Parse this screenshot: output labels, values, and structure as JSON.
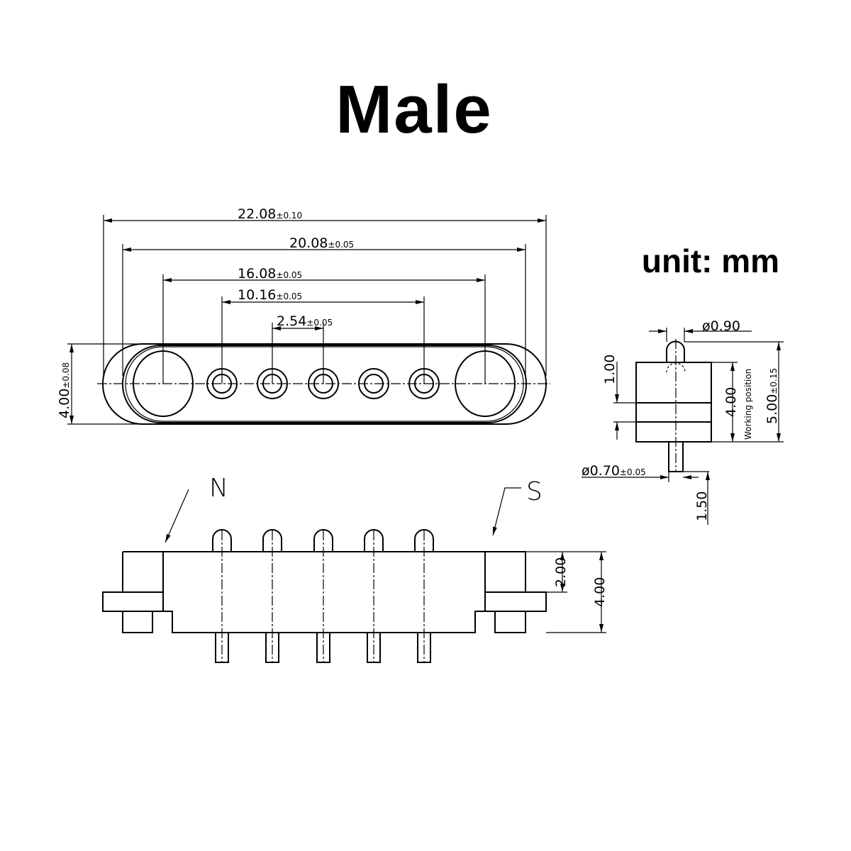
{
  "title": "Male",
  "unit_label": "unit: mm",
  "top_view": {
    "dims": [
      {
        "value": "22.08",
        "tol": "±0.10"
      },
      {
        "value": "20.08",
        "tol": "±0.05"
      },
      {
        "value": "16.08",
        "tol": "±0.05"
      },
      {
        "value": "10.16",
        "tol": "±0.05"
      },
      {
        "value": "2.54",
        "tol": "±0.05"
      }
    ],
    "height": {
      "value": "4.00",
      "tol": "±0.08"
    }
  },
  "side_view": {
    "n_label": "N",
    "s_label": "S",
    "dim_a": "2.00",
    "dim_b": "4.00"
  },
  "pin_view": {
    "head_dia": "ø0.90",
    "tail_dia": "ø0.70",
    "tail_dia_tol": "±0.05",
    "stroke": "1.00",
    "body": "4.00",
    "working": "Working position",
    "total": "5.00",
    "total_tol": "±0.15",
    "tail_len": "1.50"
  }
}
